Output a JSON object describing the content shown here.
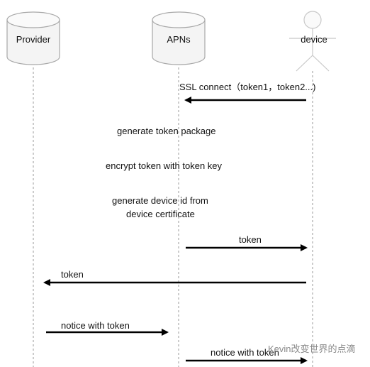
{
  "participants": {
    "provider": "Provider",
    "apns": "APNs",
    "device": "device"
  },
  "steps": [
    {
      "text": "SSL connect（token1，token2...)"
    },
    {
      "text": "generate token package"
    },
    {
      "text": "encrypt token with token key"
    },
    {
      "text": "generate device id from"
    },
    {
      "text": "device certificate"
    },
    {
      "text": "token"
    },
    {
      "text": "token"
    },
    {
      "text": "notice with token"
    },
    {
      "text": "notice with token"
    }
  ],
  "watermark": {
    "text": "Kevin改变世界的点滴"
  },
  "colors": {
    "line": "#000000",
    "lifeline": "#9a9a9a",
    "cylinder_fill": "#f4f4f4",
    "cylinder_stroke": "#a8a8a8",
    "actor_stroke": "#c8c8c8"
  }
}
